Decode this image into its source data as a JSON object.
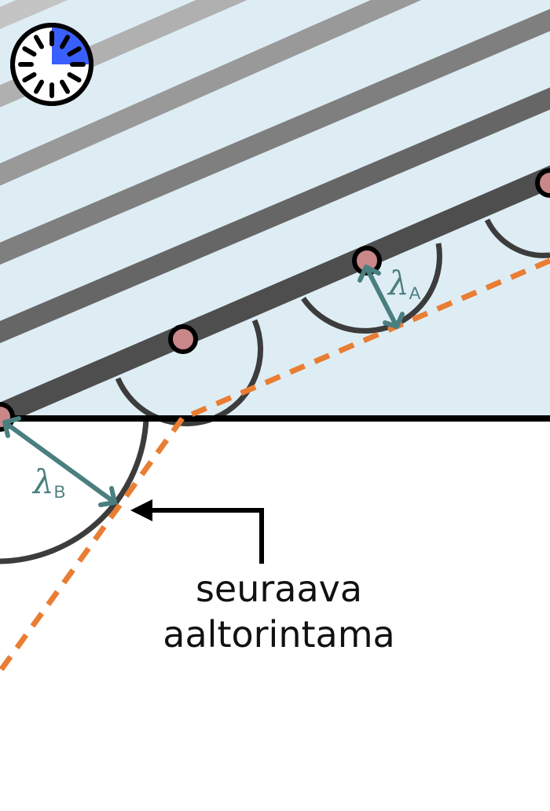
{
  "colors": {
    "medium_a_fill": "#deedf4",
    "medium_b_fill": "#ffffff",
    "wavefront_orange": "#e97d33",
    "wavelength_teal": "#4b7f7f",
    "source_point_fill": "#c9878a",
    "wavelet_gray": "#3c3c3c",
    "clock_fill": "#3a5fff"
  },
  "icons": {
    "timer": "timer-clock-icon",
    "pointer": "arrow-left-icon"
  },
  "timer": {
    "elapsed_fraction": 0.25
  },
  "labels": {
    "lambda_a_symbol": "λ",
    "lambda_a_sub": "A",
    "lambda_b_symbol": "λ",
    "lambda_b_sub": "B",
    "caption_line1": "seuraava",
    "caption_line2": "aaltorintama"
  }
}
